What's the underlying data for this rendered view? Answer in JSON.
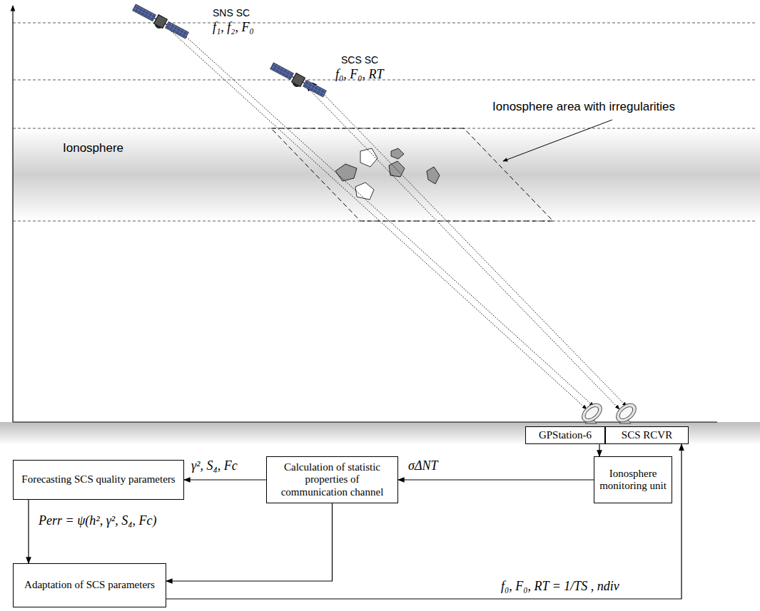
{
  "diagram": {
    "nodes": [
      {
        "text": [
          "GPStation-6"
        ]
      },
      {
        "text": [
          "SCS RCVR"
        ]
      },
      {
        "text": [
          "Ionosphere monitoring unit"
        ]
      },
      {
        "text": [
          "Calculation of statistic properties of communication channel"
        ]
      },
      {
        "text": [
          "Forecasting SCS quality parameters"
        ]
      },
      {
        "text": [
          "Adaptation of SCS parameters"
        ]
      }
    ],
    "edges": [
      {
        "from": 0,
        "to": 2,
        "arrow": "to"
      },
      {
        "from": 2,
        "to": 3,
        "label": "σΔNT",
        "arrow": "to"
      },
      {
        "from": 3,
        "to": 4,
        "label": "γ², S₄, Fc",
        "arrow": "to"
      },
      {
        "from": 4,
        "to": 5,
        "label": "Perr = ψ(h², γ², S₄, Fc)",
        "arrow": "to"
      },
      {
        "from": 3,
        "to": 5,
        "arrow": "to"
      },
      {
        "from": 5,
        "to": 1,
        "label": "f₀, F₀, RT = 1/TS , ndiv",
        "arrow": "to"
      }
    ],
    "labels": [
      "SNS SC",
      "f₁, f₂, F₀",
      "SCS SC",
      "f₀, F₀, RT",
      "Ionosphere area with irregularities",
      "Ionosphere"
    ]
  }
}
